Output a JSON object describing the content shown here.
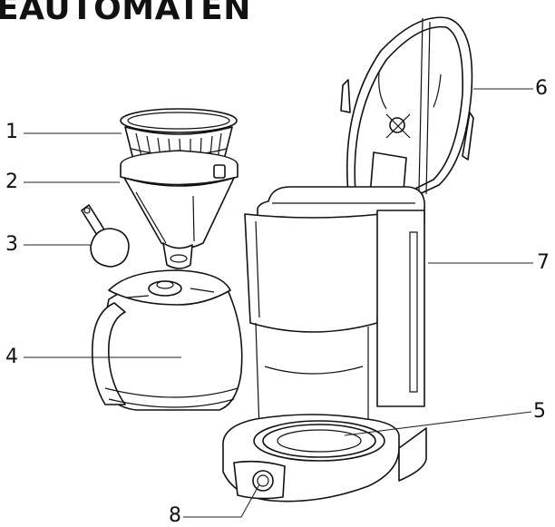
{
  "title": "EAUTOMATEN",
  "labels": {
    "l1": "1",
    "l2": "2",
    "l3": "3",
    "l4": "4",
    "l5": "5",
    "l6": "6",
    "l7": "7",
    "l8": "8"
  },
  "colors": {
    "line": "#111111",
    "background": "#ffffff"
  }
}
